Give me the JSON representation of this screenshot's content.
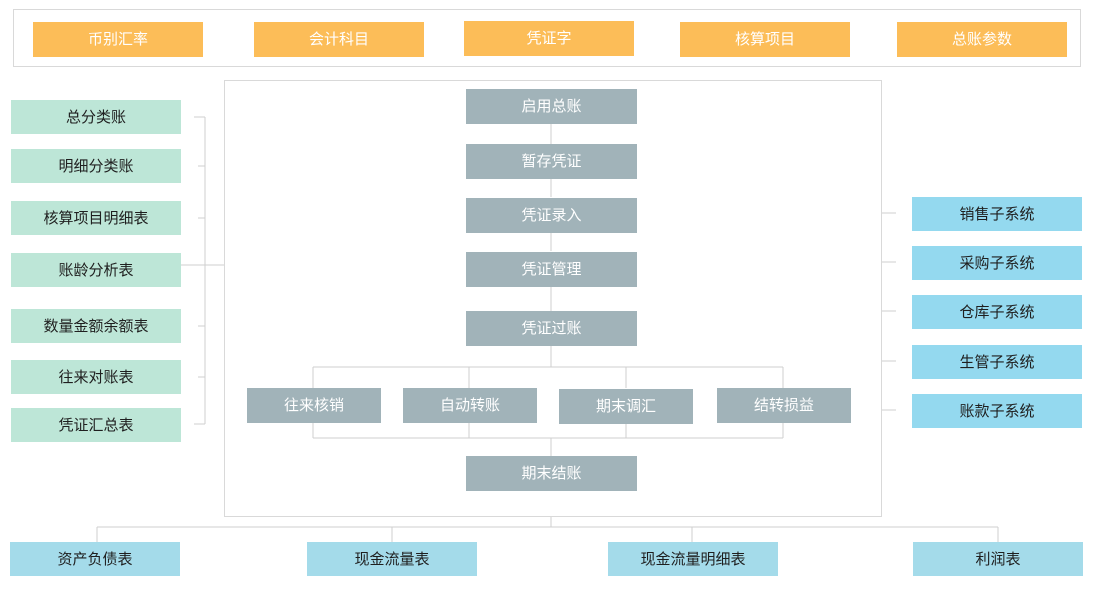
{
  "settings": [
    "币别汇率",
    "会计科目",
    "凭证字",
    "核算项目",
    "总账参数"
  ],
  "reports_left": [
    "总分类账",
    "明细分类账",
    "核算项目明细表",
    "账龄分析表",
    "数量金额余额表",
    "往来对账表",
    "凭证汇总表"
  ],
  "flow": {
    "steps": [
      "启用总账",
      "暂存凭证",
      "凭证录入",
      "凭证管理",
      "凭证过账"
    ],
    "branches": [
      "往来核销",
      "自动转账",
      "期末调汇",
      "结转损益"
    ],
    "final": "期末结账"
  },
  "subsystems": [
    "销售子系统",
    "采购子系统",
    "仓库子系统",
    "生管子系统",
    "账款子系统"
  ],
  "statements": [
    "资产负债表",
    "现金流量表",
    "现金流量明细表",
    "利润表"
  ],
  "colors": {
    "settings_fill": "#fcbd58",
    "reports_fill": "#bde6d7",
    "flow_fill": "#a1b3b9",
    "subsystem_fill": "#94d9ef",
    "statement_fill": "#a4dbea",
    "connector": "#d0d0d0"
  }
}
